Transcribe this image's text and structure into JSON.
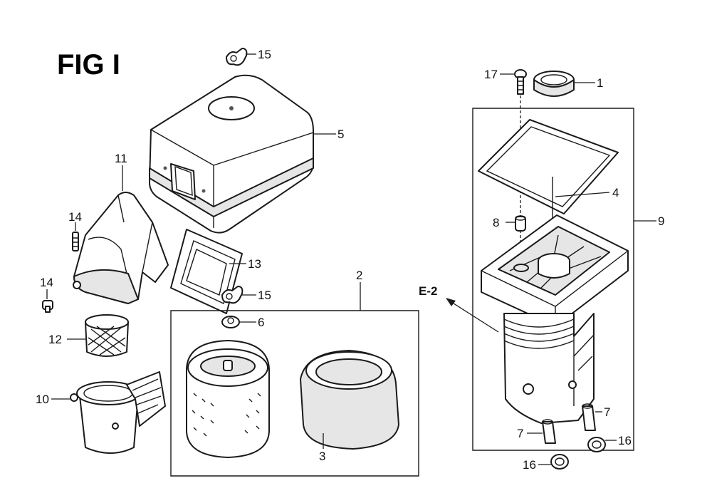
{
  "figure_title": "FIG I",
  "reference_label": "E-2",
  "callouts": {
    "c1": "1",
    "c2": "2",
    "c3": "3",
    "c4": "4",
    "c5": "5",
    "c6": "6",
    "c7a": "7",
    "c7b": "7",
    "c8": "8",
    "c9": "9",
    "c10": "10",
    "c11": "11",
    "c12": "12",
    "c13": "13",
    "c14a": "14",
    "c14b": "14",
    "c15a": "15",
    "c15b": "15",
    "c16a": "16",
    "c16b": "16",
    "c17": "17"
  }
}
